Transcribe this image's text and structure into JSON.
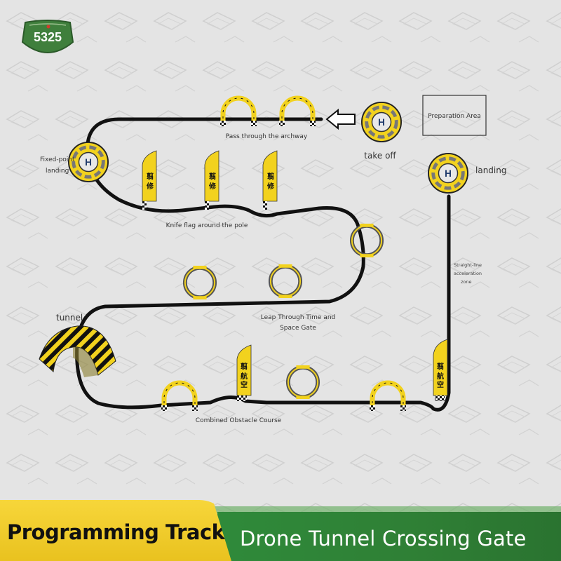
{
  "logo": {
    "text": "5325",
    "shape": "shield-badge",
    "color": "#3f7f3c"
  },
  "colors": {
    "track": "#111111",
    "accent_yellow": "#f2d21e",
    "background": "#e4e4e4",
    "banner_green": "#2f7f35"
  },
  "labels": {
    "preparation_area": "Preparation Area",
    "take_off": "take off",
    "landing": "landing",
    "fixed_point_landing_1": "Fixed-point",
    "fixed_point_landing_2": "landing",
    "pass_archway": "Pass through the archway",
    "knife_flag": "Knife flag around the pole",
    "leap_gate_1": "Leap Through Time and",
    "leap_gate_2": "Space Gate",
    "tunnel": "tunnel",
    "combined_course": "Combined Obstacle Course",
    "straight_line_1": "Straight-line",
    "straight_line_2": "acceleration",
    "straight_line_3": "zone",
    "flag_glyph_1": "翦",
    "flag_glyph_2": "修",
    "flag_glyph_3": "航",
    "flag_glyph_4": "空"
  },
  "banners": {
    "left": "Programming Track",
    "right": "Drone Tunnel Crossing Gate"
  }
}
